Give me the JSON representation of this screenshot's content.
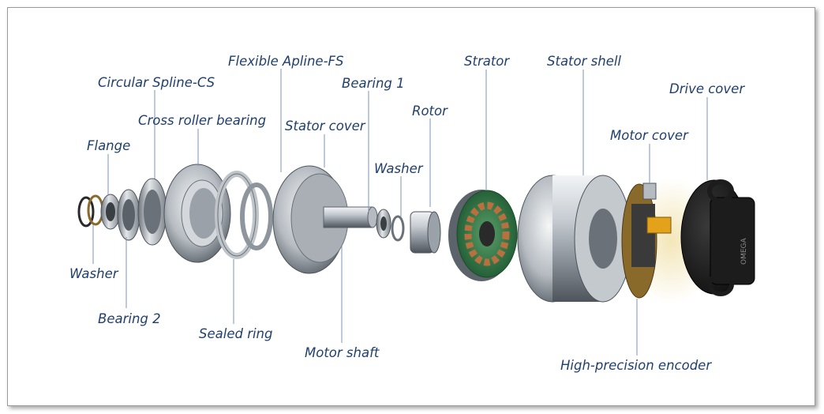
{
  "labels": {
    "flange": "Flange",
    "circular_spline": "Circular Spline-CS",
    "cross_roller_bearing": "Cross roller bearing",
    "flexible_spline": "Flexible Apline-FS",
    "bearing_1": "Bearing 1",
    "stator_cover": "Stator cover",
    "washer_top": "Washer",
    "rotor": "Rotor",
    "strator": "Strator",
    "stator_shell": "Stator shell",
    "drive_cover": "Drive cover",
    "motor_cover": "Motor cover",
    "washer_bottom": "Washer",
    "bearing_2": "Bearing 2",
    "sealed_ring": "Sealed ring",
    "motor_shaft": "Motor shaft",
    "encoder": "High-precision encoder"
  },
  "colors": {
    "label_text": "#1f3f6e",
    "leader_line": "#7d93b8",
    "frame_border": "#9a9a9a",
    "metal_light": "#d9dde2",
    "metal_dark": "#5c636b",
    "stator_green": "#2f7a45",
    "copper": "#b8703f",
    "drive_cover_black": "#1c1c1c"
  },
  "drive_cover_marking": "OMEGA"
}
